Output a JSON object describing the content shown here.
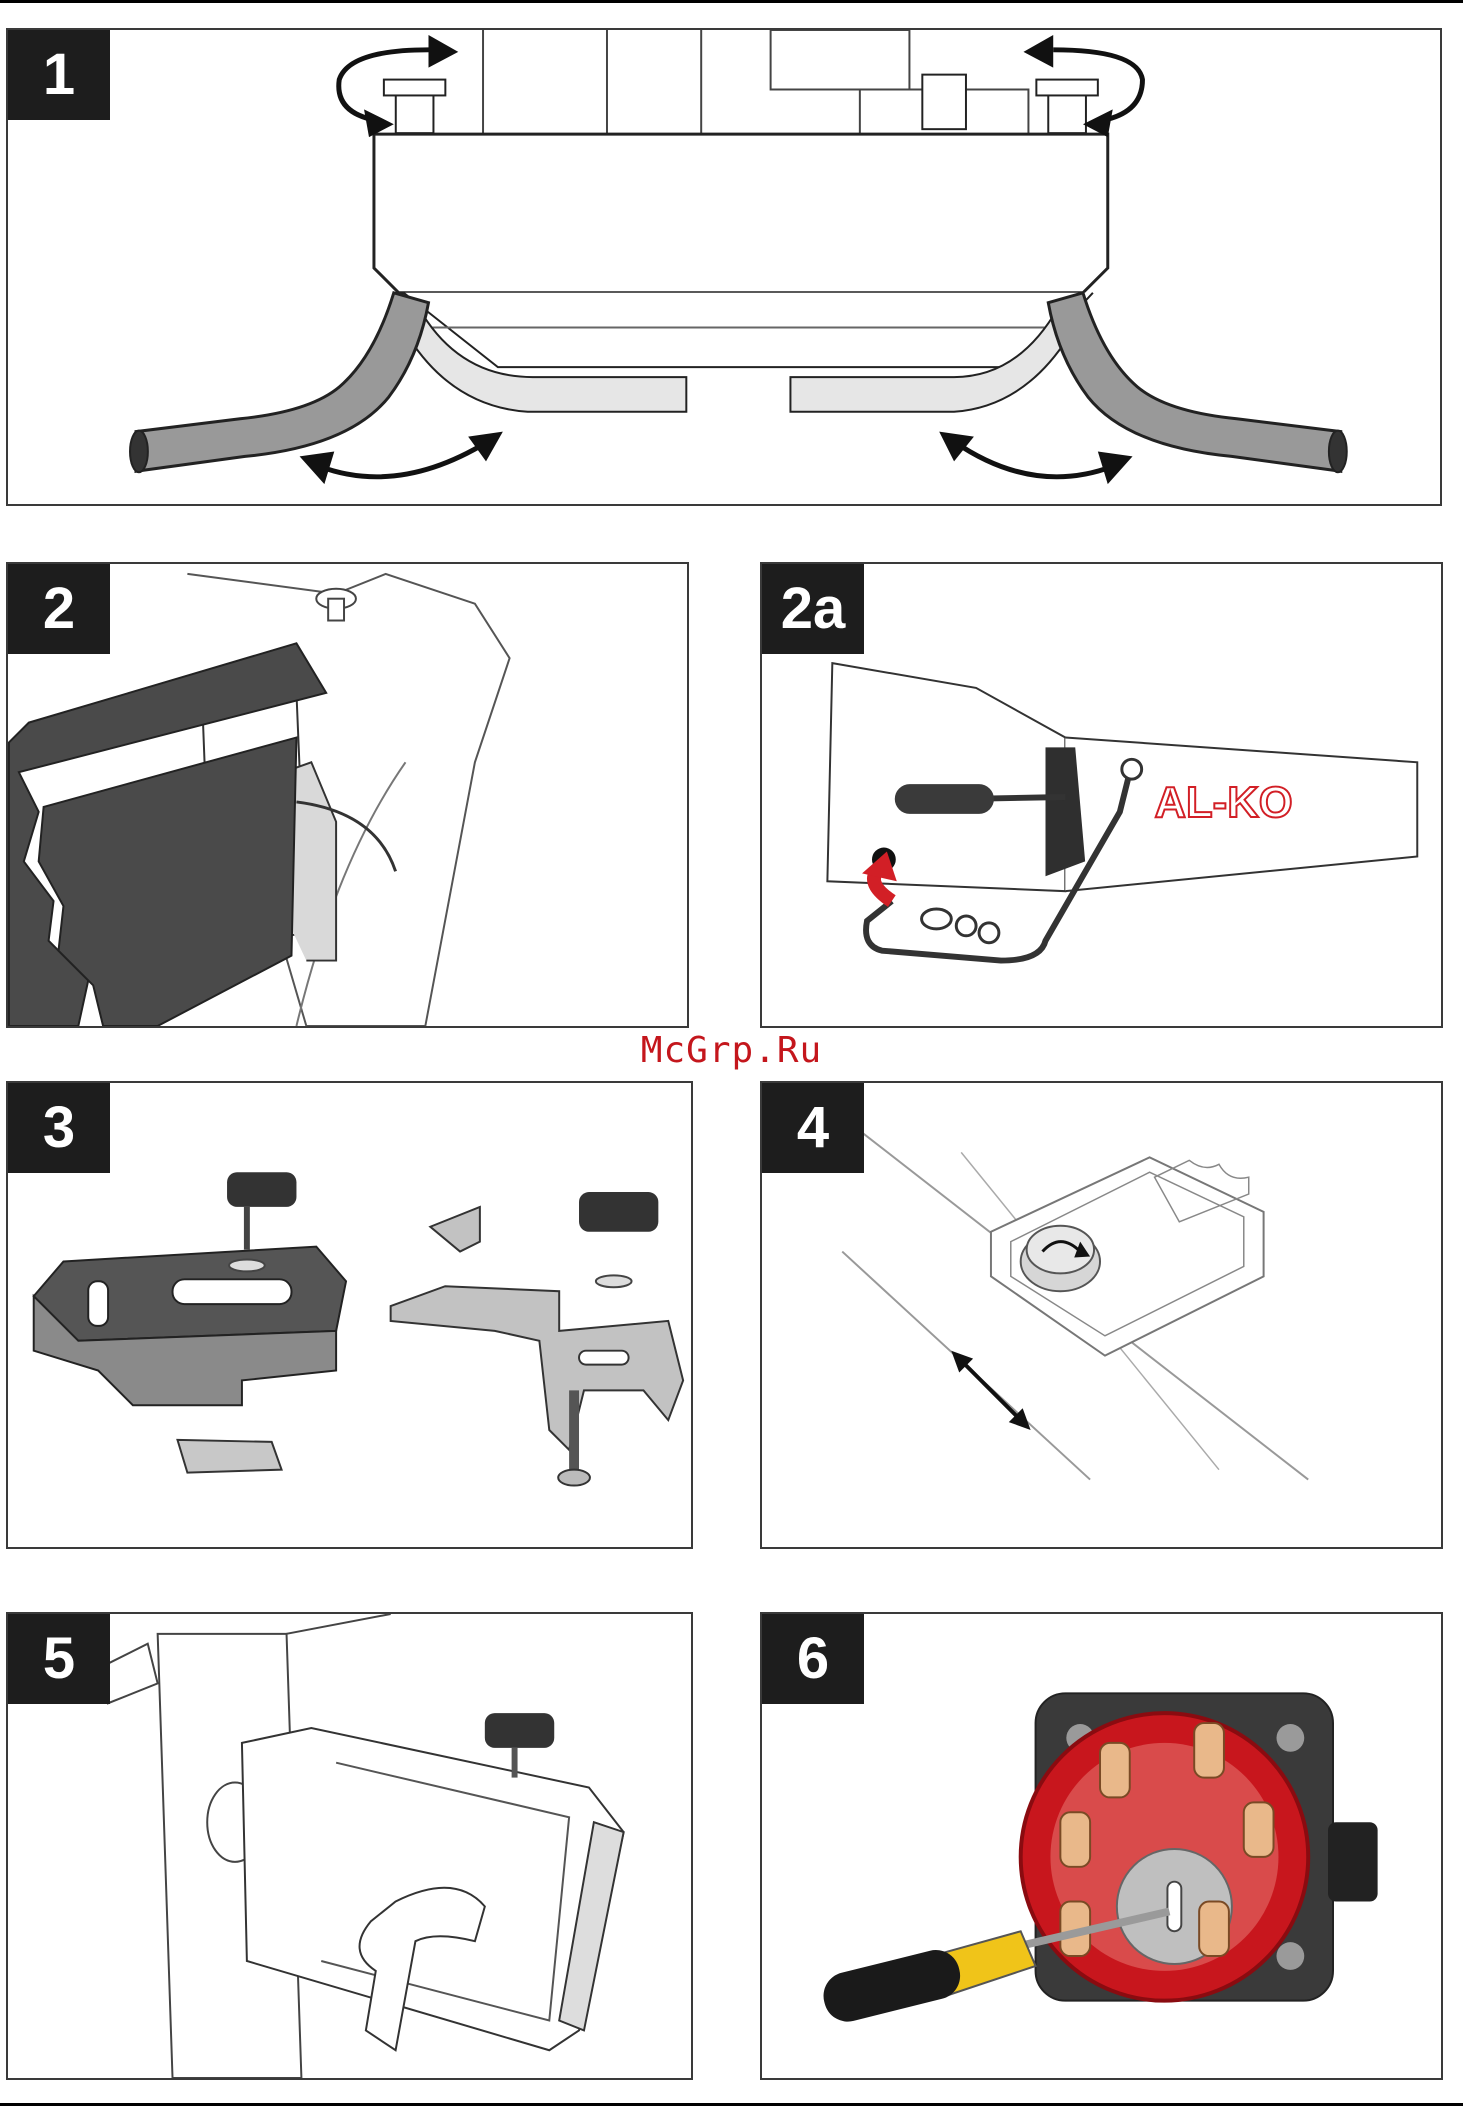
{
  "panels": [
    {
      "label": "1"
    },
    {
      "label": "2"
    },
    {
      "label": "2a"
    },
    {
      "label": "3"
    },
    {
      "label": "4"
    },
    {
      "label": "5"
    },
    {
      "label": "6"
    }
  ],
  "watermark": "McGrp.Ru",
  "brand_logo": "AL-KO",
  "icons": [
    "rotation-arrow-icon",
    "swing-arrow-icon",
    "double-arrow-icon",
    "screwdriver-icon"
  ],
  "colors": {
    "frame": "#3a3a3a",
    "label_bg": "#1d1d1d",
    "accent_red": "#d21f26",
    "dark_gray": "#555555"
  }
}
